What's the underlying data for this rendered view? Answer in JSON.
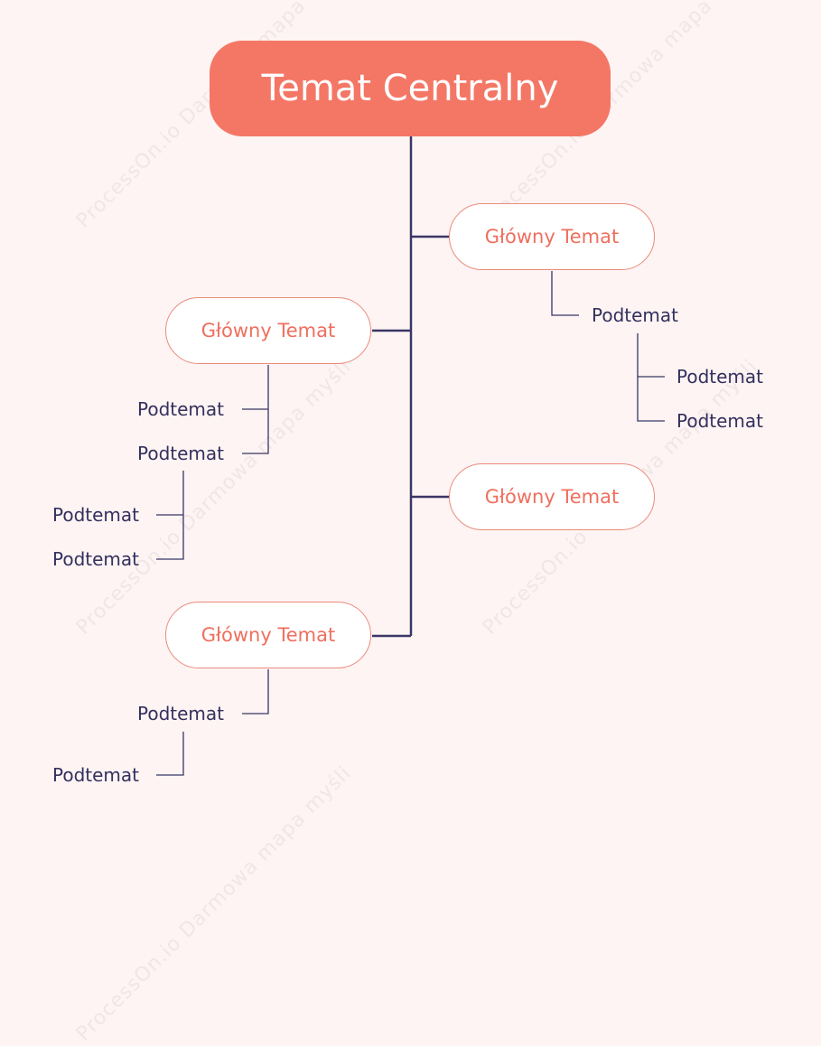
{
  "central_topic": "Temat Centralny",
  "main_topics": [
    {
      "label": "Główny Temat"
    },
    {
      "label": "Główny Temat"
    },
    {
      "label": "Główny Temat"
    },
    {
      "label": "Główny Temat"
    }
  ],
  "subtopics": {
    "right_top": [
      "Podtemat",
      "Podtemat",
      "Podtemat"
    ],
    "left_top": [
      "Podtemat",
      "Podtemat",
      "Podtemat",
      "Podtemat"
    ],
    "left_bottom": [
      "Podtemat",
      "Podtemat"
    ]
  },
  "watermark": "ProcessOn.io Darmowa mapa myśli",
  "colors": {
    "background": "#fdf4f3",
    "central_fill": "#f47766",
    "main_border": "#ec8a7c",
    "main_text": "#ef6f5e",
    "line": "#3a3666",
    "subtopic_text": "#34305e"
  }
}
